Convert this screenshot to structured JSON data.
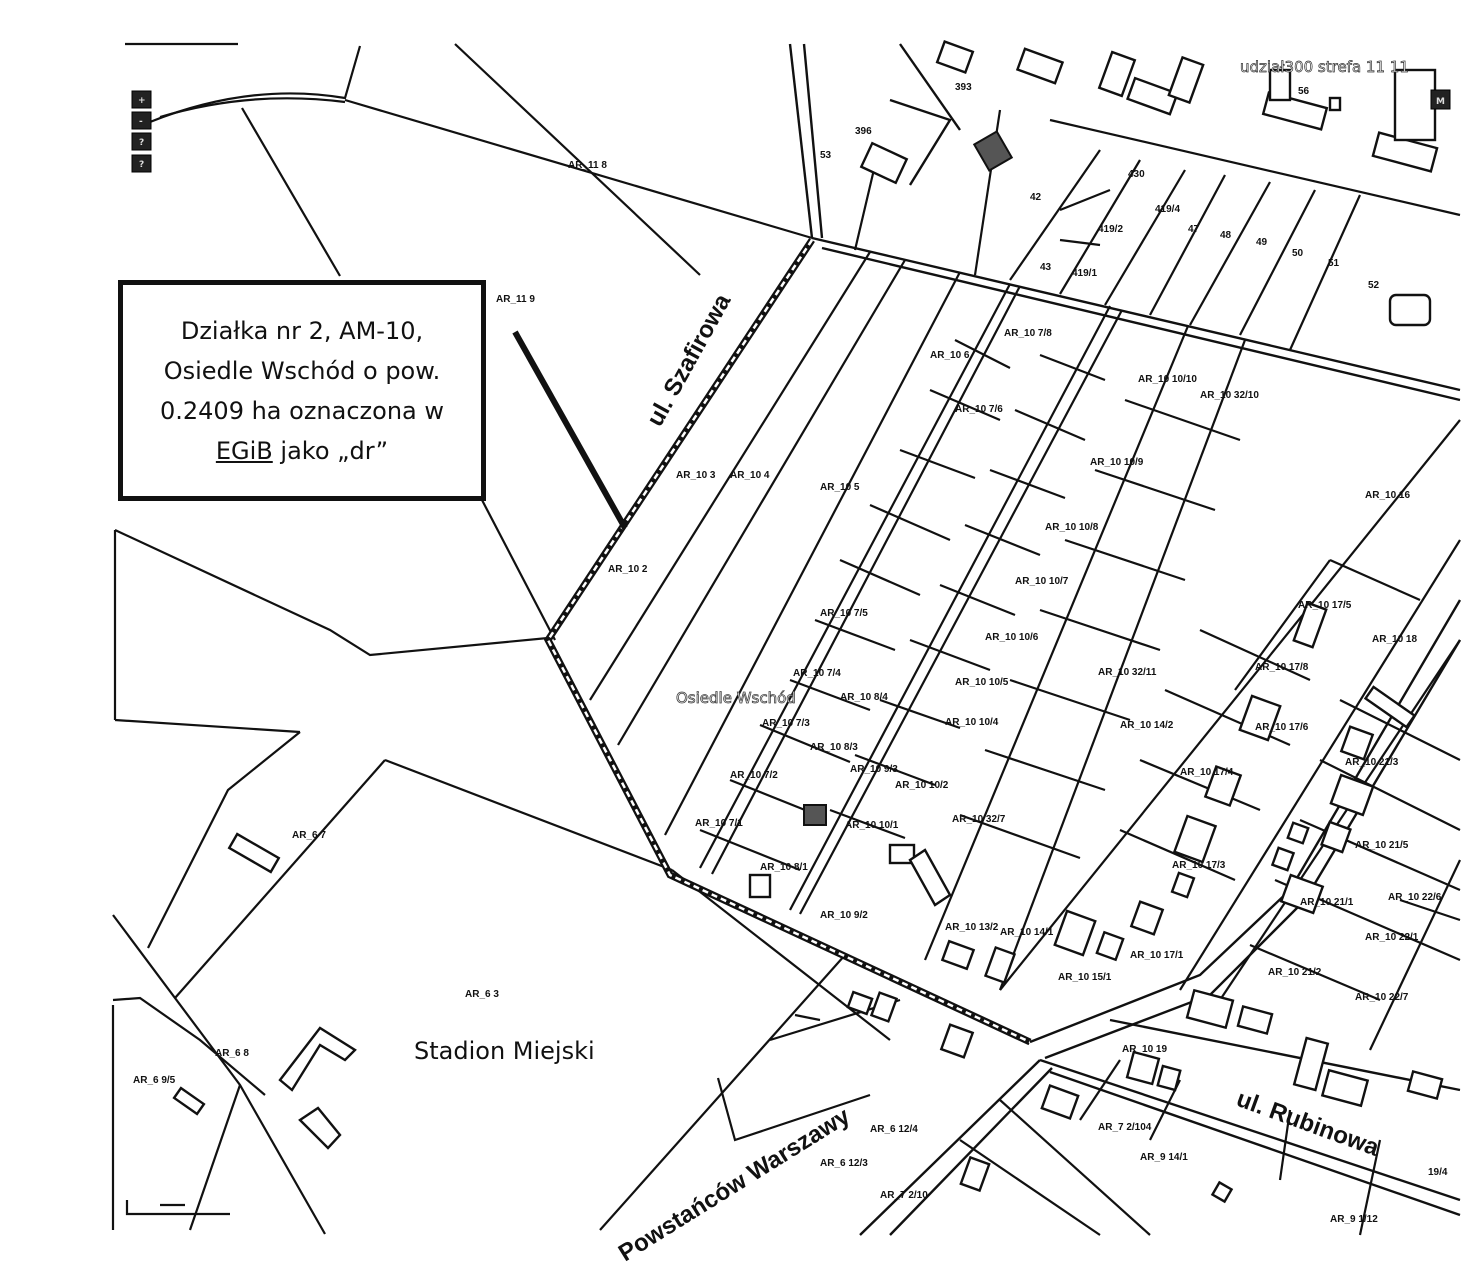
{
  "callout": {
    "line1": "Działka nr 2, AM-10,",
    "line2": "Osiedle Wschód o pow.",
    "line3": "0.2409 ha oznaczona w",
    "line4_abbr": "EGiB",
    "line4_rest": " jako „dr”"
  },
  "streets": {
    "szafirowa": "ul. Szafirowa",
    "rubinowa": "ul. Rubinowa",
    "powstancow": "Powstańców Warszawy"
  },
  "places": {
    "stadium": "Stadion Miejski",
    "district": "Osiedle Wschód",
    "top_note": "udział300 strefa 11 11"
  },
  "map_controls": {
    "zoom_buttons": [
      "+",
      "-",
      "?",
      "?"
    ],
    "map_button": "M"
  },
  "parcel_labels": {
    "ar_11_8": "AR_11 8",
    "ar_11_9": "AR_11 9",
    "ar_10_2": "AR_10 2",
    "ar_10_3": "AR_10 3",
    "ar_10_4": "AR_10 4",
    "ar_10_5": "AR_10 5",
    "ar_10_6": "AR_10 6",
    "ar_10_7_1": "AR_10 7/1",
    "ar_10_7_2": "AR_10 7/2",
    "ar_10_7_3": "AR_10 7/3",
    "ar_10_7_4": "AR_10 7/4",
    "ar_10_7_5": "AR_10 7/5",
    "ar_10_7_6": "AR_10 7/6",
    "ar_10_7_8": "AR_10 7/8",
    "ar_10_8_1": "AR_10 8/1",
    "ar_10_8_3": "AR_10 8/3",
    "ar_10_8_4": "AR_10 8/4",
    "ar_10_9_2": "AR_10 9/2",
    "ar_10_9_3": "AR_10 9/3",
    "ar_10_10_1": "AR_10 10/1",
    "ar_10_10_2": "AR_10 10/2",
    "ar_10_10_4": "AR_10 10/4",
    "ar_10_10_5": "AR_10 10/5",
    "ar_10_10_6": "AR_10 10/6",
    "ar_10_10_7": "AR_10 10/7",
    "ar_10_10_8": "AR_10 10/8",
    "ar_10_10_9": "AR_10 10/9",
    "ar_10_10_10": "AR_10 10/10",
    "ar_10_13_2": "AR_10 13/2",
    "ar_10_14_1": "AR_10 14/1",
    "ar_10_14_2": "AR_10 14/2",
    "ar_10_15_1": "AR_10 15/1",
    "ar_10_16": "AR_10 16",
    "ar_10_17_1": "AR_10 17/1",
    "ar_10_17_3": "AR_10 17/3",
    "ar_10_17_4": "AR_10 17/4",
    "ar_10_17_5": "AR_10 17/5",
    "ar_10_17_6": "AR_10 17/6",
    "ar_10_17_8": "AR_10 17/8",
    "ar_10_18": "AR_10 18",
    "ar_10_19": "AR_10 19",
    "ar_10_21_1": "AR_10 21/1",
    "ar_10_21_2": "AR_10 21/2",
    "ar_10_21_3": "AR_10 21/3",
    "ar_10_21_5": "AR_10 21/5",
    "ar_10_22_1": "AR_10 22/1",
    "ar_10_22_6": "AR_10 22/6",
    "ar_10_22_7": "AR_10 22/7",
    "ar_10_32_7": "AR_10 32/7",
    "ar_10_32_10": "AR_10 32/10",
    "ar_10_32_11": "AR_10 32/11",
    "ar_6_3": "AR_6 3",
    "ar_6_7": "AR_6 7",
    "ar_6_8": "AR_6 8",
    "ar_6_9_5": "AR_6 9/5",
    "ar_6_12_3": "AR_6 12/3",
    "ar_6_12_4": "AR_6 12/4",
    "ar_7_2_10": "AR_7 2/10",
    "ar_7_2_104": "AR_7 2/104",
    "ar_9_14_1": "AR_9 14/1",
    "ar_9_1_12": "AR_9 1/12",
    "n_42": "42",
    "n_43": "43",
    "n_47": "47",
    "n_48": "48",
    "n_49": "49",
    "n_50": "50",
    "n_51": "51",
    "n_52": "52",
    "n_56": "56",
    "n_396": "396",
    "n_419_1": "419/1",
    "n_419_2": "419/2",
    "n_419_4": "419/4",
    "n_430": "430",
    "n_393": "393",
    "n_53": "53",
    "n_19_4": "19/4"
  }
}
